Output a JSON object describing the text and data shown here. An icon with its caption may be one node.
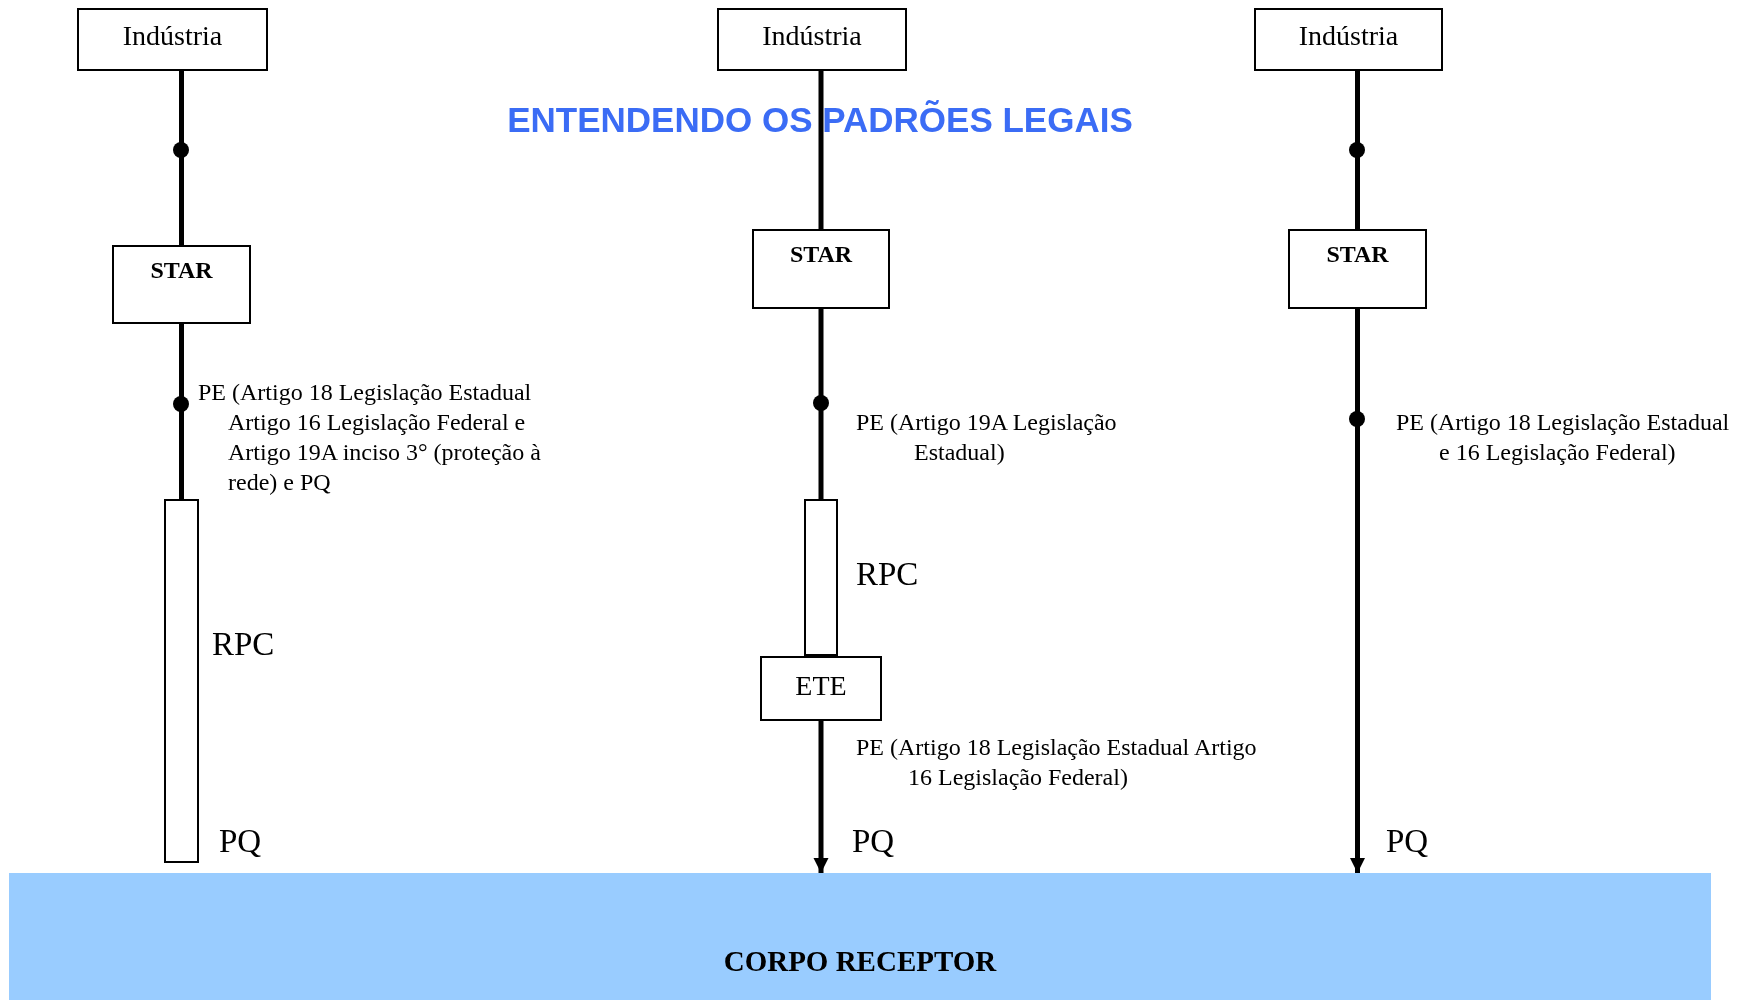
{
  "diagram": {
    "title": "ENTENDENDO OS PADRÕES LEGAIS",
    "nodes": [
      {
        "text": [
          "Indústria"
        ]
      },
      {
        "text": [
          "STAR"
        ]
      },
      {
        "text": [],
        "shape": "bar",
        "beside": [
          "RPC"
        ]
      },
      {
        "text": [
          "Indústria"
        ]
      },
      {
        "text": [
          "STAR"
        ]
      },
      {
        "text": [],
        "shape": "bar",
        "beside": [
          "RPC"
        ]
      },
      {
        "text": [
          "ETE"
        ]
      },
      {
        "text": [
          "Indústria"
        ]
      },
      {
        "text": [
          "STAR"
        ]
      },
      {
        "text": [
          "CORPO RECEPTOR"
        ]
      }
    ],
    "edges": [
      {
        "from": 0,
        "to": 1,
        "arrow": "none"
      },
      {
        "from": 1,
        "to": 2,
        "arrow": "none"
      },
      {
        "from": 3,
        "to": 4,
        "arrow": "none"
      },
      {
        "from": 4,
        "to": 5,
        "arrow": "none"
      },
      {
        "from": 6,
        "to": 9,
        "arrow": "to"
      },
      {
        "from": 7,
        "to": 8,
        "arrow": "none"
      },
      {
        "from": 8,
        "to": 9,
        "arrow": "to"
      }
    ],
    "labels": [
      "PE (Artigo 18 Legislação Estadual Artigo 16 Legislação Federal e Artigo 19A inciso 3° (proteção à rede) e PQ",
      "PE (Artigo 19A Legislação Estadual)",
      "PE (Artigo 18 Legislação Estadual e 16 Legislação Federal)",
      "PE (Artigo 18 Legislação Estadual Artigo 16 Legislação Federal)",
      "PQ",
      "PQ",
      "PQ"
    ]
  }
}
